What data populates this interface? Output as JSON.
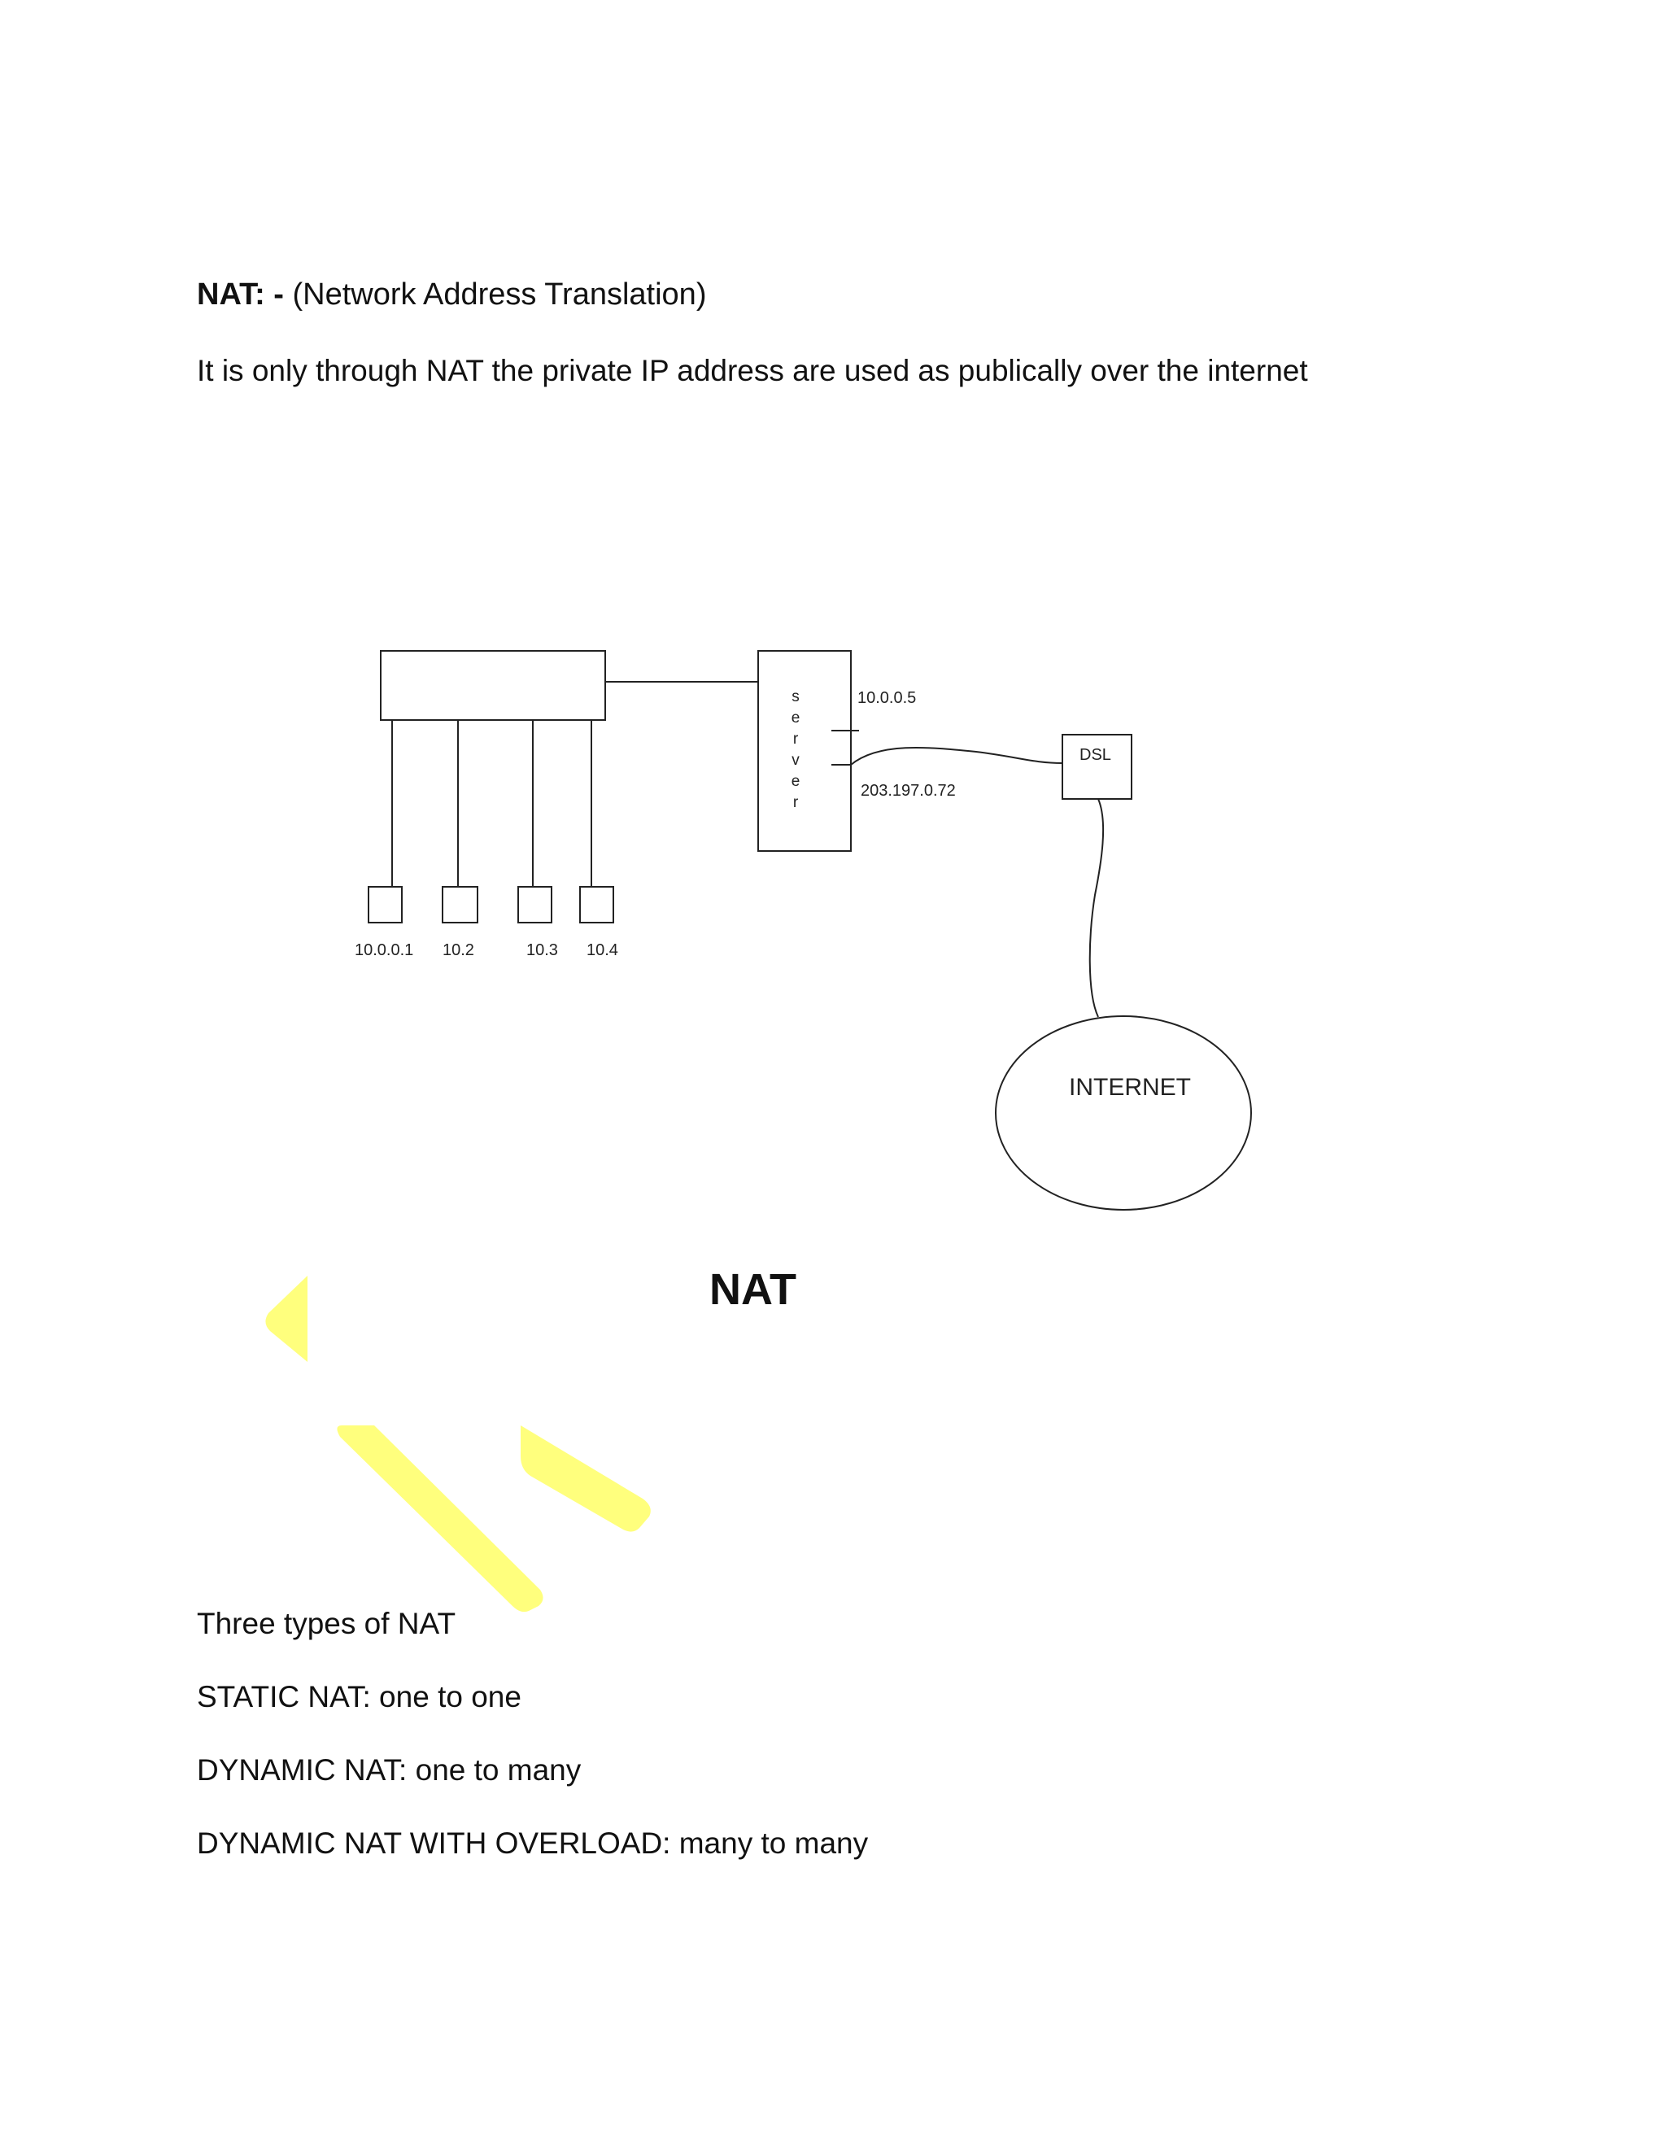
{
  "heading": {
    "label": "NAT: -",
    "subtitle": "(Network Address Translation)"
  },
  "intro": "It is only through NAT the private IP address are used as publically over the internet",
  "diagram": {
    "title": "NAT",
    "server_label": "server",
    "server_letters": [
      "s",
      "e",
      "r",
      "v",
      "e",
      "r"
    ],
    "server_private_ip": "10.0.0.5",
    "server_public_ip": "203.197.0.72",
    "dsl_label": "DSL",
    "internet_label": "INTERNET",
    "hosts": [
      {
        "ip": "10.0.0.1"
      },
      {
        "ip": "10.2"
      },
      {
        "ip": "10.3"
      },
      {
        "ip": "10.4"
      }
    ]
  },
  "types": {
    "intro": "Three types of NAT",
    "items": [
      "STATIC NAT: one to one",
      "DYNAMIC NAT: one to many",
      "DYNAMIC NAT WITH OVERLOAD: many to many"
    ]
  },
  "colors": {
    "text": "#111111",
    "diagram_line": "#222222",
    "watermark": "#ffff66"
  }
}
